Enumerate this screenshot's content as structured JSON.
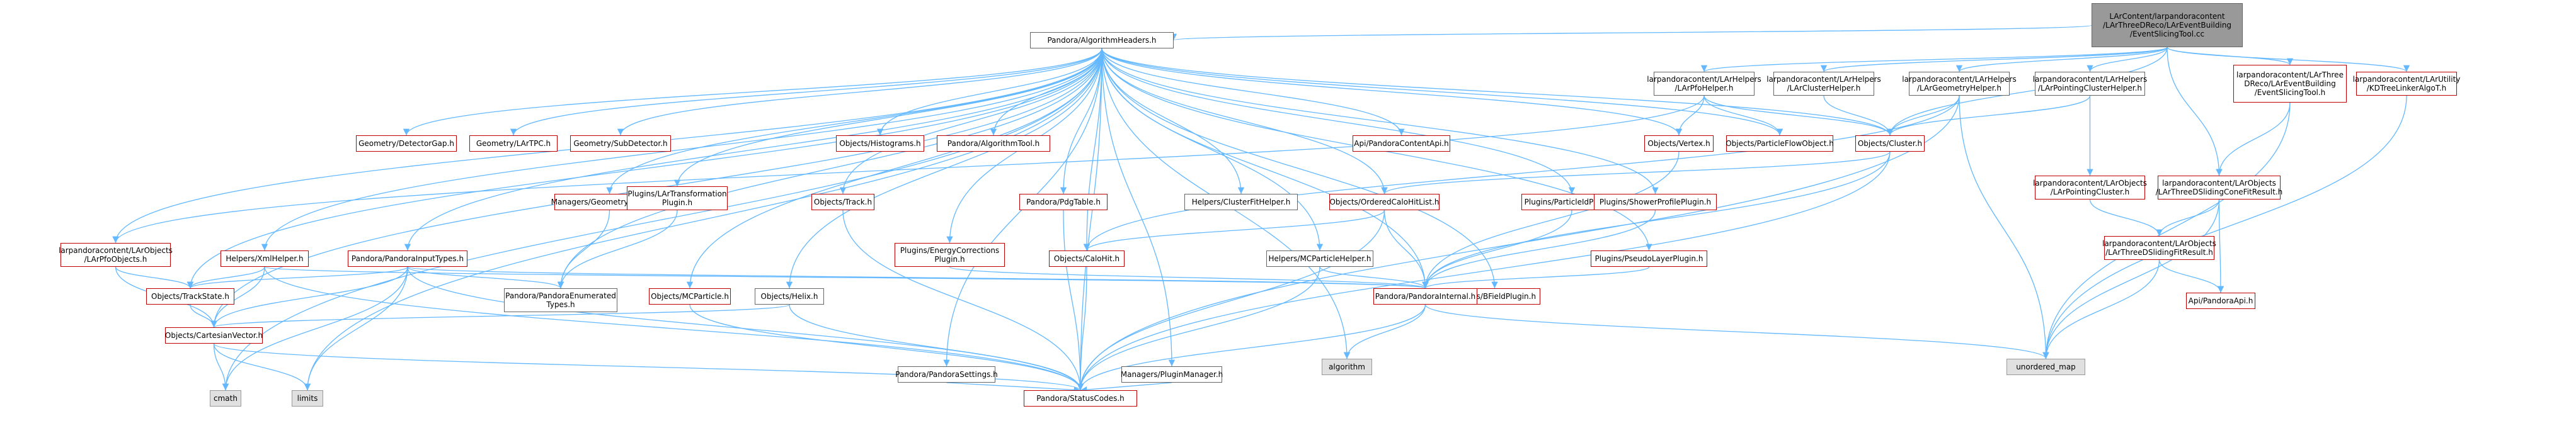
{
  "graph": {
    "edge_color": "#63b8ff",
    "border_colors": {
      "normal": "#666666",
      "red": "#bf0000",
      "gray": "#999999"
    },
    "fill_colors": {
      "normal": "#ffffff",
      "gray": "#e0e0e0",
      "root": "#999999"
    },
    "nodes": [
      {
        "id": "root",
        "style": "root",
        "lines": [
          "LArContent/larpandoracontent",
          "/LArThreeDReco/LArEventBuilding",
          "/EventSlicingTool.cc"
        ]
      },
      {
        "id": "pah",
        "style": "normal",
        "lines": [
          "Pandora/AlgorithmHeaders.h"
        ]
      },
      {
        "id": "pfo",
        "style": "normal",
        "lines": [
          "larpandoracontent/LArHelpers",
          "/LArPfoHelper.h"
        ]
      },
      {
        "id": "clh",
        "style": "normal",
        "lines": [
          "larpandoracontent/LArHelpers",
          "/LArClusterHelper.h"
        ]
      },
      {
        "id": "geo",
        "style": "normal",
        "lines": [
          "larpandoracontent/LArHelpers",
          "/LArGeometryHelper.h"
        ]
      },
      {
        "id": "pch",
        "style": "normal",
        "lines": [
          "larpandoracontent/LArHelpers",
          "/LArPointingClusterHelper.h"
        ]
      },
      {
        "id": "est",
        "style": "red",
        "lines": [
          "larpandoracontent/LArThree",
          "DReco/LArEventBuilding",
          "/EventSlicingTool.h"
        ]
      },
      {
        "id": "kd",
        "style": "red",
        "lines": [
          "larpandoracontent/LArUtility",
          "/KDTreeLinkerAlgoT.h"
        ]
      },
      {
        "id": "gdg",
        "style": "red",
        "lines": [
          "Geometry/DetectorGap.h"
        ]
      },
      {
        "id": "gtpc",
        "style": "red",
        "lines": [
          "Geometry/LArTPC.h"
        ]
      },
      {
        "id": "gsd",
        "style": "red",
        "lines": [
          "Geometry/SubDetector.h"
        ]
      },
      {
        "id": "ohist",
        "style": "red",
        "lines": [
          "Objects/Histograms.h"
        ]
      },
      {
        "id": "pat",
        "style": "red",
        "lines": [
          "Pandora/AlgorithmTool.h"
        ]
      },
      {
        "id": "api",
        "style": "red",
        "lines": [
          "Api/PandoraContentApi.h"
        ]
      },
      {
        "id": "overt",
        "style": "red",
        "lines": [
          "Objects/Vertex.h"
        ]
      },
      {
        "id": "opfo",
        "style": "red",
        "lines": [
          "Objects/ParticleFlowObject.h"
        ]
      },
      {
        "id": "oclu",
        "style": "red",
        "lines": [
          "Objects/Cluster.h"
        ]
      },
      {
        "id": "lpc",
        "style": "red",
        "lines": [
          "larpandoracontent/LArObjects",
          "/LArPointingCluster.h"
        ]
      },
      {
        "id": "ltsc",
        "style": "red",
        "lines": [
          "larpandoracontent/LArObjects",
          "/LArThreeDSlidingConeFitResult.h"
        ]
      },
      {
        "id": "ltsf",
        "style": "red",
        "lines": [
          "larpandoracontent/LArObjects",
          "/LArThreeDSlidingFitResult.h"
        ]
      },
      {
        "id": "apiv",
        "style": "red",
        "lines": [
          "Api/PandoraApi.h"
        ]
      },
      {
        "id": "mgm",
        "style": "red",
        "lines": [
          "Managers/GeometryManager.h"
        ]
      },
      {
        "id": "plt",
        "style": "red",
        "lines": [
          "Plugins/LArTransformation",
          "Plugin.h"
        ]
      },
      {
        "id": "otr",
        "style": "red",
        "lines": [
          "Objects/Track.h"
        ]
      },
      {
        "id": "ppdg",
        "style": "red",
        "lines": [
          "Pandora/PdgTable.h"
        ]
      },
      {
        "id": "hcf",
        "style": "normal",
        "lines": [
          "Helpers/ClusterFitHelper.h"
        ]
      },
      {
        "id": "ooch",
        "style": "red",
        "lines": [
          "Objects/OrderedCaloHitList.h"
        ]
      },
      {
        "id": "ppid",
        "style": "red",
        "lines": [
          "Plugins/ParticleIdPlugin.h"
        ]
      },
      {
        "id": "psp",
        "style": "red",
        "lines": [
          "Plugins/ShowerProfilePlugin.h"
        ]
      },
      {
        "id": "lpfoo",
        "style": "red",
        "lines": [
          "larpandoracontent/LArObjects",
          "/LArPfoObjects.h"
        ]
      },
      {
        "id": "hxml",
        "style": "red",
        "lines": [
          "Helpers/XmlHelper.h"
        ]
      },
      {
        "id": "ppit",
        "style": "red",
        "lines": [
          "Pandora/PandoraInputTypes.h"
        ]
      },
      {
        "id": "pec",
        "style": "red",
        "lines": [
          "Plugins/EnergyCorrections",
          "Plugin.h"
        ]
      },
      {
        "id": "och",
        "style": "red",
        "lines": [
          "Objects/CaloHit.h"
        ]
      },
      {
        "id": "hmcp",
        "style": "normal",
        "lines": [
          "Helpers/MCParticleHelper.h"
        ]
      },
      {
        "id": "pbf",
        "style": "red",
        "lines": [
          "Plugins/BFieldPlugin.h"
        ]
      },
      {
        "id": "ppl",
        "style": "red",
        "lines": [
          "Plugins/PseudoLayerPlugin.h"
        ]
      },
      {
        "id": "ots",
        "style": "red",
        "lines": [
          "Objects/TrackState.h"
        ]
      },
      {
        "id": "pet",
        "style": "normal",
        "lines": [
          "Pandora/PandoraEnumerated",
          "Types.h"
        ]
      },
      {
        "id": "omcp",
        "style": "red",
        "lines": [
          "Objects/MCParticle.h"
        ]
      },
      {
        "id": "ohel",
        "style": "normal",
        "lines": [
          "Objects/Helix.h"
        ]
      },
      {
        "id": "ppi",
        "style": "red",
        "lines": [
          "Pandora/PandoraInternal.h"
        ]
      },
      {
        "id": "ocv",
        "style": "red",
        "lines": [
          "Objects/CartesianVector.h"
        ]
      },
      {
        "id": "alg",
        "style": "gray",
        "lines": [
          "algorithm"
        ]
      },
      {
        "id": "umap",
        "style": "gray",
        "lines": [
          "unordered_map"
        ]
      },
      {
        "id": "pps",
        "style": "normal",
        "lines": [
          "Pandora/PandoraSettings.h"
        ]
      },
      {
        "id": "mpm",
        "style": "normal",
        "lines": [
          "Managers/PluginManager.h"
        ]
      },
      {
        "id": "cmath",
        "style": "gray",
        "lines": [
          "cmath"
        ]
      },
      {
        "id": "lim",
        "style": "gray",
        "lines": [
          "limits"
        ]
      },
      {
        "id": "psc",
        "style": "red",
        "lines": [
          "Pandora/StatusCodes.h"
        ]
      }
    ],
    "edges": [
      [
        "root",
        "pah"
      ],
      [
        "root",
        "pfo"
      ],
      [
        "root",
        "clh"
      ],
      [
        "root",
        "geo"
      ],
      [
        "root",
        "pch"
      ],
      [
        "root",
        "est"
      ],
      [
        "root",
        "kd"
      ],
      [
        "root",
        "ltsc"
      ],
      [
        "root",
        "oclu"
      ],
      [
        "pah",
        "gdg"
      ],
      [
        "pah",
        "gtpc"
      ],
      [
        "pah",
        "gsd"
      ],
      [
        "pah",
        "ohist"
      ],
      [
        "pah",
        "pat"
      ],
      [
        "pah",
        "api"
      ],
      [
        "pah",
        "overt"
      ],
      [
        "pah",
        "opfo"
      ],
      [
        "pah",
        "oclu"
      ],
      [
        "pah",
        "mgm"
      ],
      [
        "pah",
        "plt"
      ],
      [
        "pah",
        "otr"
      ],
      [
        "pah",
        "ppdg"
      ],
      [
        "pah",
        "hcf"
      ],
      [
        "pah",
        "ooch"
      ],
      [
        "pah",
        "ppid"
      ],
      [
        "pah",
        "psp"
      ],
      [
        "pah",
        "hxml"
      ],
      [
        "pah",
        "ppit"
      ],
      [
        "pah",
        "pec"
      ],
      [
        "pah",
        "och"
      ],
      [
        "pah",
        "hmcp"
      ],
      [
        "pah",
        "pbf"
      ],
      [
        "pah",
        "ppl"
      ],
      [
        "pah",
        "ots"
      ],
      [
        "pah",
        "pet"
      ],
      [
        "pah",
        "omcp"
      ],
      [
        "pah",
        "ohel"
      ],
      [
        "pah",
        "ppi"
      ],
      [
        "pah",
        "ocv"
      ],
      [
        "pah",
        "alg"
      ],
      [
        "pah",
        "pps"
      ],
      [
        "pah",
        "mpm"
      ],
      [
        "pah",
        "cmath"
      ],
      [
        "pah",
        "lim"
      ],
      [
        "pah",
        "psc"
      ],
      [
        "pah",
        "lpfoo"
      ],
      [
        "pfo",
        "lpfoo"
      ],
      [
        "pfo",
        "overt"
      ],
      [
        "pfo",
        "opfo"
      ],
      [
        "pfo",
        "oclu"
      ],
      [
        "clh",
        "oclu"
      ],
      [
        "geo",
        "oclu"
      ],
      [
        "geo",
        "umap"
      ],
      [
        "geo",
        "psc"
      ],
      [
        "geo",
        "och"
      ],
      [
        "pch",
        "lpc"
      ],
      [
        "pch",
        "oclu"
      ],
      [
        "est",
        "ltsc"
      ],
      [
        "est",
        "umap"
      ],
      [
        "kd",
        "umap"
      ],
      [
        "lpc",
        "ltsf"
      ],
      [
        "ltsc",
        "ltsf"
      ],
      [
        "ltsc",
        "apiv"
      ],
      [
        "ltsc",
        "umap"
      ],
      [
        "ltsf",
        "apiv"
      ],
      [
        "ltsf",
        "umap"
      ],
      [
        "oclu",
        "ooch"
      ],
      [
        "oclu",
        "ppi"
      ],
      [
        "oclu",
        "psc"
      ],
      [
        "ooch",
        "och"
      ],
      [
        "ooch",
        "ppi"
      ],
      [
        "ooch",
        "psc"
      ],
      [
        "lpfoo",
        "ots"
      ],
      [
        "lpfoo",
        "ocv"
      ],
      [
        "hxml",
        "ots"
      ],
      [
        "hxml",
        "ocv"
      ],
      [
        "hxml",
        "ppi"
      ],
      [
        "hxml",
        "psc"
      ],
      [
        "ppit",
        "ocv"
      ],
      [
        "ppit",
        "ots"
      ],
      [
        "ppit",
        "pet"
      ],
      [
        "ppit",
        "cmath"
      ],
      [
        "ppit",
        "lim"
      ],
      [
        "ppit",
        "psc"
      ],
      [
        "ppit",
        "ppi"
      ],
      [
        "mgm",
        "pet"
      ],
      [
        "plt",
        "pet"
      ],
      [
        "pec",
        "ppi"
      ],
      [
        "ppid",
        "ppi"
      ],
      [
        "pbf",
        "ppi"
      ],
      [
        "ppl",
        "ppi"
      ],
      [
        "psp",
        "ppi"
      ],
      [
        "hmcp",
        "ppi"
      ],
      [
        "hmcp",
        "psc"
      ],
      [
        "ots",
        "ocv"
      ],
      [
        "ohel",
        "ocv"
      ],
      [
        "ohel",
        "psc"
      ],
      [
        "ocv",
        "cmath"
      ],
      [
        "ocv",
        "lim"
      ],
      [
        "ocv",
        "psc"
      ],
      [
        "omcp",
        "psc"
      ],
      [
        "otr",
        "psc"
      ],
      [
        "och",
        "psc"
      ],
      [
        "overt",
        "ppi"
      ],
      [
        "ppdg",
        "psc"
      ],
      [
        "pps",
        "psc"
      ],
      [
        "mpm",
        "psc"
      ],
      [
        "ppi",
        "umap"
      ],
      [
        "ppi",
        "psc"
      ],
      [
        "ppi",
        "alg"
      ]
    ]
  }
}
